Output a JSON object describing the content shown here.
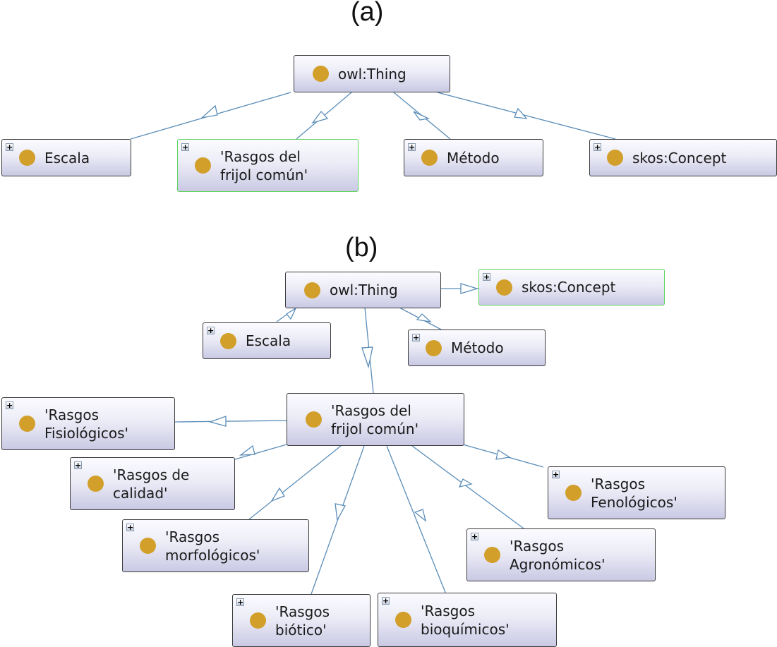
{
  "panels": [
    {
      "label": "(a)",
      "nodes": [
        {
          "id": "a-owl-thing",
          "label": "owl:Thing",
          "expand_button": false,
          "selected": false
        },
        {
          "id": "a-escala",
          "label": "Escala",
          "expand_button": true,
          "selected": false
        },
        {
          "id": "a-rasgos-frijol",
          "label": "'Rasgos del\nfrijol común'",
          "expand_button": true,
          "selected": true
        },
        {
          "id": "a-metodo",
          "label": "Método",
          "expand_button": true,
          "selected": false
        },
        {
          "id": "a-skos-concept",
          "label": "skos:Concept",
          "expand_button": true,
          "selected": false
        }
      ],
      "edges": [
        {
          "from": "a-escala",
          "to": "a-owl-thing",
          "relation": "subclass-of"
        },
        {
          "from": "a-rasgos-frijol",
          "to": "a-owl-thing",
          "relation": "subclass-of"
        },
        {
          "from": "a-metodo",
          "to": "a-owl-thing",
          "relation": "subclass-of"
        },
        {
          "from": "a-skos-concept",
          "to": "a-owl-thing",
          "relation": "subclass-of"
        }
      ]
    },
    {
      "label": "(b)",
      "nodes": [
        {
          "id": "b-owl-thing",
          "label": "owl:Thing",
          "expand_button": false,
          "selected": false
        },
        {
          "id": "b-skos-concept",
          "label": "skos:Concept",
          "expand_button": true,
          "selected": true
        },
        {
          "id": "b-escala",
          "label": "Escala",
          "expand_button": true,
          "selected": false
        },
        {
          "id": "b-metodo",
          "label": "Método",
          "expand_button": true,
          "selected": false
        },
        {
          "id": "b-rasgos-frijol",
          "label": "'Rasgos del\nfrijol común'",
          "expand_button": false,
          "selected": false
        },
        {
          "id": "b-fisiologicos",
          "label": "'Rasgos\nFisiológicos'",
          "expand_button": true,
          "selected": false
        },
        {
          "id": "b-calidad",
          "label": "'Rasgos de\ncalidad'",
          "expand_button": true,
          "selected": false
        },
        {
          "id": "b-morfologicos",
          "label": "'Rasgos\nmorfológicos'",
          "expand_button": true,
          "selected": false
        },
        {
          "id": "b-biotico",
          "label": "'Rasgos\nbiótico'",
          "expand_button": true,
          "selected": false
        },
        {
          "id": "b-bioquimicos",
          "label": "'Rasgos\nbioquímicos'",
          "expand_button": true,
          "selected": false
        },
        {
          "id": "b-agronomicos",
          "label": "'Rasgos\nAgronómicos'",
          "expand_button": true,
          "selected": false
        },
        {
          "id": "b-fenologicos",
          "label": "'Rasgos\nFenológicos'",
          "expand_button": true,
          "selected": false
        }
      ],
      "edges": [
        {
          "from": "b-skos-concept",
          "to": "b-owl-thing",
          "relation": "subclass-of"
        },
        {
          "from": "b-escala",
          "to": "b-owl-thing",
          "relation": "subclass-of"
        },
        {
          "from": "b-metodo",
          "to": "b-owl-thing",
          "relation": "subclass-of"
        },
        {
          "from": "b-rasgos-frijol",
          "to": "b-owl-thing",
          "relation": "subclass-of"
        },
        {
          "from": "b-fisiologicos",
          "to": "b-rasgos-frijol",
          "relation": "subclass-of"
        },
        {
          "from": "b-calidad",
          "to": "b-rasgos-frijol",
          "relation": "subclass-of"
        },
        {
          "from": "b-morfologicos",
          "to": "b-rasgos-frijol",
          "relation": "subclass-of"
        },
        {
          "from": "b-biotico",
          "to": "b-rasgos-frijol",
          "relation": "subclass-of"
        },
        {
          "from": "b-bioquimicos",
          "to": "b-rasgos-frijol",
          "relation": "subclass-of"
        },
        {
          "from": "b-agronomicos",
          "to": "b-rasgos-frijol",
          "relation": "subclass-of"
        },
        {
          "from": "b-fenologicos",
          "to": "b-rasgos-frijol",
          "relation": "subclass-of"
        }
      ]
    }
  ],
  "colors": {
    "class_dot": "#d19f2a",
    "edge": "#5b8db8",
    "selected_border": "#5fd35f",
    "node_border": "#3a3a3a"
  }
}
